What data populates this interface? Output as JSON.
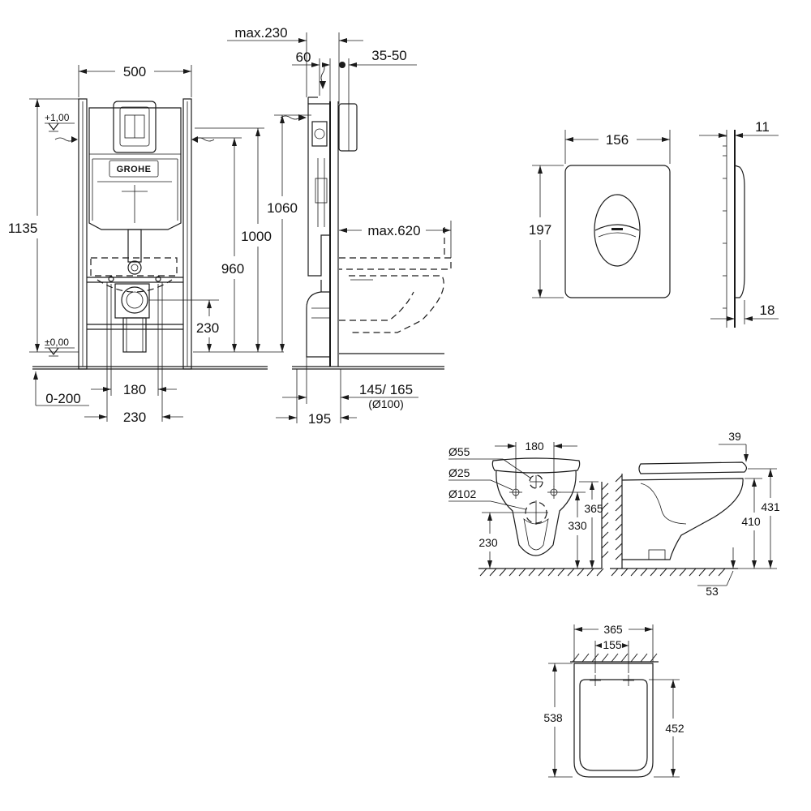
{
  "brand": {
    "logo_text": "GROHE"
  },
  "frame_front": {
    "width": "500",
    "total_height": "1135",
    "level_top": "+1,00",
    "level_zero": "±0,00",
    "adjust_range": "0-200",
    "waste_spacing": "180",
    "bolt_spacing": "230",
    "waste_height": "230"
  },
  "frame_side": {
    "max_depth": "max.230",
    "gap": "60",
    "plate_depth": "35-50",
    "height_1060": "1060",
    "height_1000": "1000",
    "height_960": "960",
    "projection": "max.620",
    "outlet_offset": "145/ 165",
    "outlet_diameter": "(Ø100)",
    "depth_195": "195"
  },
  "flush_plate": {
    "width": "156",
    "height": "197",
    "depth_top": "11",
    "depth_bottom": "18"
  },
  "wc_front": {
    "hole_d55": "Ø55",
    "hole_d25": "Ø25",
    "hole_d102": "Ø102",
    "bolt_spacing": "180",
    "height_365": "365",
    "height_330": "330",
    "height_230": "230"
  },
  "wc_side": {
    "seat_thickness": "39",
    "height_431": "431",
    "height_410": "410",
    "offset_53": "53"
  },
  "wc_top": {
    "width": "365",
    "bolt_spacing": "155",
    "length": "538",
    "inner_length": "452"
  }
}
